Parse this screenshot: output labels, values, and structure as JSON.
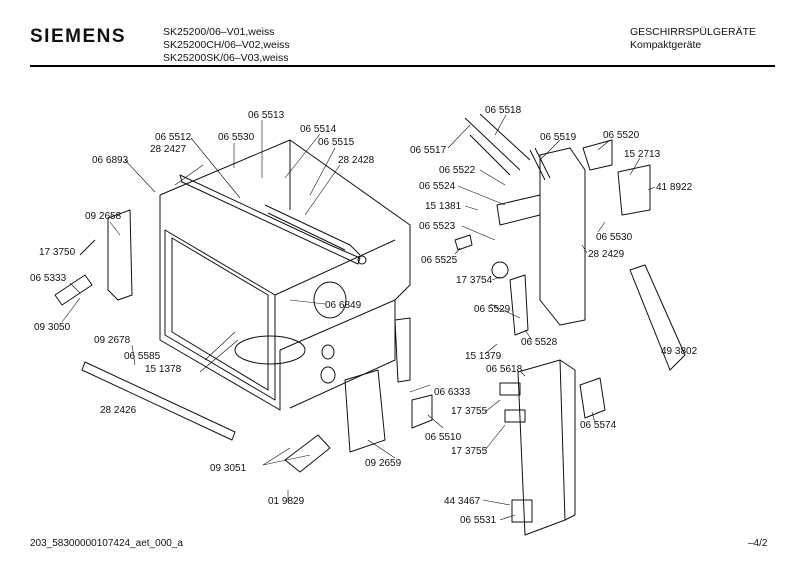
{
  "header": {
    "brand": "SIEMENS",
    "models": [
      "SK25200/06–V01,weiss",
      "SK25200CH/06–V02,weiss",
      "SK25200SK/06–V03,weiss"
    ],
    "category": [
      "GESCHIRRSPÜLGERÄTE",
      "Kompaktgeräte"
    ]
  },
  "part_labels": [
    "06 5513",
    "06 5512",
    "06 5530",
    "06 5514",
    "28 2427",
    "06 5515",
    "06 6893",
    "28 2428",
    "09 2658",
    "17 3750",
    "06 5333",
    "09 3050",
    "09 2678",
    "06 5585",
    "15 1378",
    "28 2426",
    "06 6849",
    "09 3051",
    "01 9829",
    "09 2659",
    "06 6333",
    "06 5510",
    "06 5518",
    "06 5517",
    "06 5519",
    "06 5520",
    "15 2713",
    "06 5522",
    "06 5524",
    "41 8922",
    "15 1381",
    "06 5523",
    "06 5530",
    "06 5525",
    "28 2429",
    "17 3754",
    "06 5529",
    "06 5528",
    "15 1379",
    "06 5618",
    "49 3802",
    "17 3755",
    "06 5574",
    "17 3755",
    "44 3467",
    "06 5531"
  ],
  "footer": {
    "doc_id": "203_58300000107424_aet_000_a",
    "page": "–4/2"
  }
}
